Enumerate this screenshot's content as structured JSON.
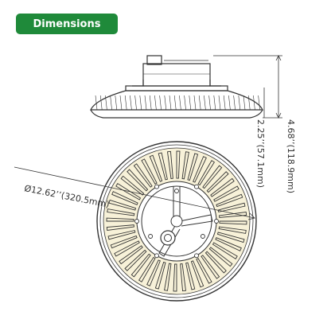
{
  "header": {
    "badge_label": "Dimensions"
  },
  "dimensions": {
    "total_height": "4.68’’(118.9mm)",
    "body_height": "2.25’’(57.1mm)",
    "diameter": "Ø12.62’’(320.5mm)"
  },
  "colors": {
    "badge_bg": "#1f8a3a",
    "line": "#333333",
    "accent": "#f1e6b8"
  }
}
